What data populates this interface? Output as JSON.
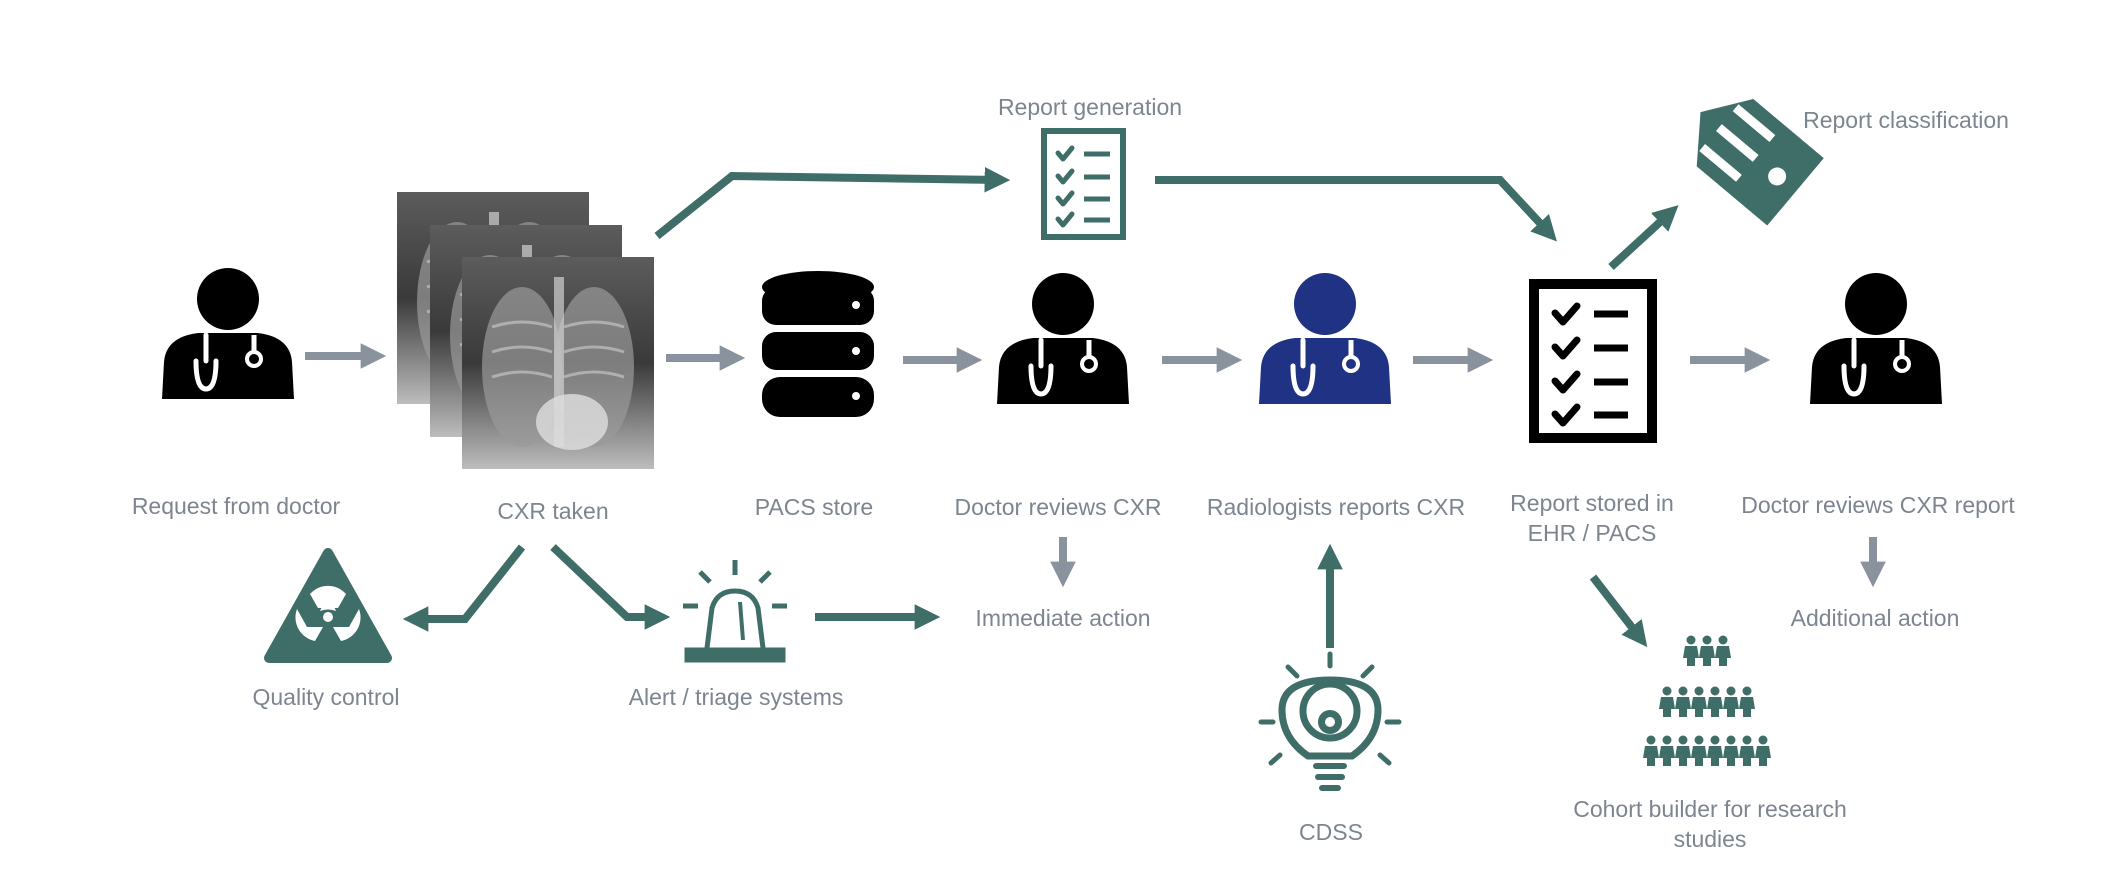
{
  "colors": {
    "teal": "#3f6e69",
    "grey_arrow": "#8a939d",
    "label": "#7d8590",
    "navy": "#1f3284",
    "black": "#000000"
  },
  "nodes": {
    "request_from_doctor": {
      "label": "Request from doctor",
      "icon": "doctor-icon"
    },
    "cxr_taken": {
      "label": "CXR taken",
      "icon": "chest-xray-image"
    },
    "pacs_store": {
      "label": "PACS store",
      "icon": "database-icon"
    },
    "doctor_reviews_cxr": {
      "label": "Doctor reviews CXR",
      "icon": "doctor-icon"
    },
    "radiologists_reports": {
      "label": "Radiologists reports CXR",
      "icon": "radiologist-icon"
    },
    "report_stored": {
      "label": "Report stored in EHR / PACS",
      "icon": "checklist-icon"
    },
    "doctor_reviews_report": {
      "label": "Doctor reviews CXR report",
      "icon": "doctor-icon"
    },
    "report_generation": {
      "label": "Report generation",
      "icon": "checklist-icon"
    },
    "report_classification": {
      "label": "Report classification",
      "icon": "tag-icon"
    },
    "quality_control": {
      "label": "Quality control",
      "icon": "radiation-warning-icon"
    },
    "alert_triage": {
      "label": "Alert / triage systems",
      "icon": "siren-icon"
    },
    "immediate_action": {
      "label": "Immediate action"
    },
    "cdss": {
      "label": "CDSS",
      "icon": "lightbulb-gear-icon"
    },
    "cohort_builder": {
      "label": "Cohort builder for research studies",
      "icon": "people-group-icon"
    },
    "additional_action": {
      "label": "Additional action"
    }
  }
}
